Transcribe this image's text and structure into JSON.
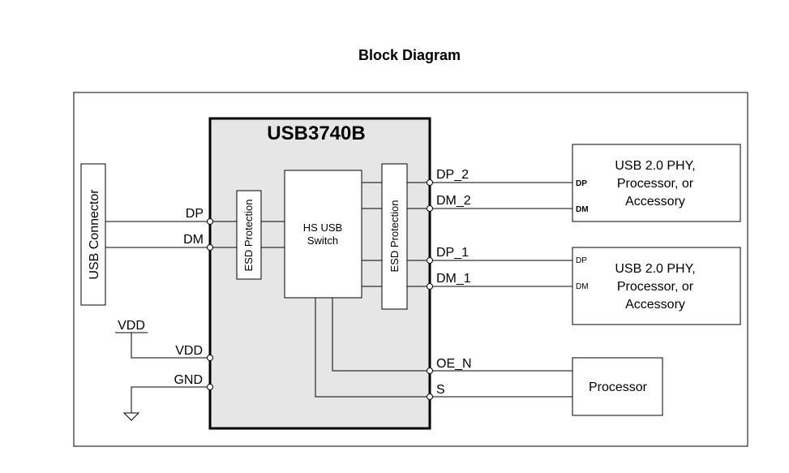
{
  "title": "Block Diagram",
  "chip": {
    "name": "USB3740B",
    "esd_left": "ESD Protection",
    "esd_right": "ESD Protection",
    "switch_line1": "HS USB",
    "switch_line2": "Switch"
  },
  "connector": {
    "label": "USB Connector"
  },
  "pins": {
    "dp": "DP",
    "dm": "DM",
    "vdd": "VDD",
    "gnd": "GND",
    "dp_2": "DP_2",
    "dm_2": "DM_2",
    "dp_1": "DP_1",
    "dm_1": "DM_1",
    "oe_n": "OE_N",
    "s": "S"
  },
  "supply": {
    "vdd_label": "VDD"
  },
  "phy_top": {
    "line1": "USB 2.0 PHY,",
    "line2": "Processor, or",
    "line3": "Accessory",
    "dp_label": "DP",
    "dm_label": "DM"
  },
  "phy_bottom": {
    "line1": "USB 2.0 PHY,",
    "line2": "Processor, or",
    "line3": "Accessory",
    "dp_label": "DP",
    "dm_label": "DM"
  },
  "processor": {
    "label": "Processor"
  }
}
